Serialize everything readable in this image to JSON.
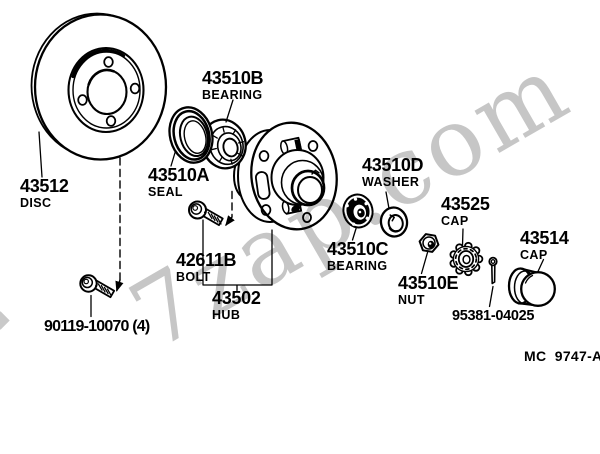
{
  "watermark": {
    "text": "7zap.com"
  },
  "footer": {
    "diagram_code": "MC  9747-A"
  },
  "colors": {
    "line": "#000000",
    "background": "#ffffff",
    "watermark": "#c6c6c6"
  },
  "parts": {
    "disc": {
      "code": "43512",
      "caption": "DISC"
    },
    "seal": {
      "code": "43510A",
      "caption": "SEAL"
    },
    "outer_bearing": {
      "code": "43510B",
      "caption": "BEARING"
    },
    "inner_bearing": {
      "code": "43510C",
      "caption": "BEARING"
    },
    "thrust_washer": {
      "code": "43510D",
      "caption": "WASHER"
    },
    "lock_nut": {
      "code": "43510E",
      "caption": "NUT"
    },
    "hub": {
      "code": "43502",
      "caption": "HUB"
    },
    "hub_bolt": {
      "code": "42611B",
      "caption": "BOLT"
    },
    "nut_lock_cap": {
      "code": "43525",
      "caption": "CAP"
    },
    "grease_cap": {
      "code": "43514",
      "caption": "CAP"
    },
    "disc_bolt": {
      "code": "90119-10070 (4)"
    },
    "cotter_pin": {
      "code": "95381-04025"
    }
  }
}
